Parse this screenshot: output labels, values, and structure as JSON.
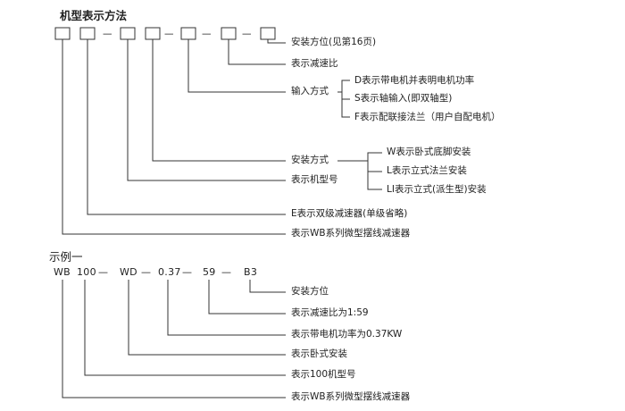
{
  "section1": {
    "title": "机型表示方法",
    "dash": "—",
    "labels": {
      "mount_position": "安装方位(见第16页)",
      "reduction_ratio": "表示减速比",
      "input_mode": "输入方式",
      "input_d": "D表示带电机并表明电机功率",
      "input_s": "S表示轴输入(即双轴型)",
      "input_f": "F表示配联接法兰（用户自配电机）",
      "mount_mode": "安装方式",
      "mount_w": "W表示卧式底脚安装",
      "mount_l": "L表示立式法兰安装",
      "mount_li": "LI表示立式(派生型)安装",
      "model_no": "表示机型号",
      "double_stage": "E表示双级减速器(单级省略)",
      "series": "表示WB系列微型摆线减速器"
    }
  },
  "section2": {
    "title": "示例一",
    "codes": {
      "wb": "WB",
      "n100": "100",
      "wd": "WD",
      "p037": "0.37",
      "n59": "59",
      "b3": "B3",
      "dash": "—"
    },
    "labels": {
      "mount_position": "安装方位",
      "ratio": "表示减速比为1:59",
      "power": "表示带电机功率为0.37KW",
      "horizontal": "表示卧式安装",
      "model100": "表示100机型号",
      "series": "表示WB系列微型摆线减速器"
    }
  },
  "colors": {
    "line": "#333333",
    "text": "#222222"
  }
}
